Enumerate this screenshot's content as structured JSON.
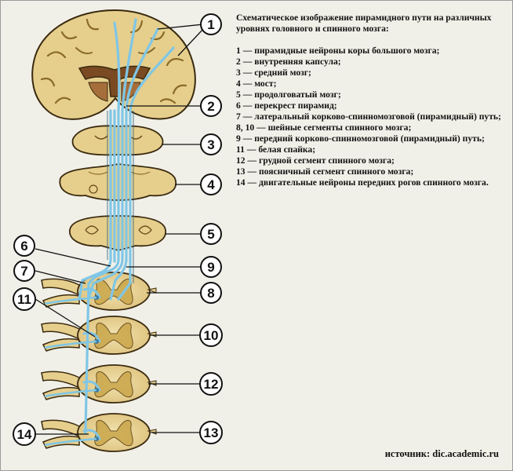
{
  "title": "Схематическое изображение пирамидного пути на различных уровнях головного и спинного мозга:",
  "callouts": [
    "1",
    "2",
    "3",
    "4",
    "5",
    "6",
    "7",
    "8",
    "9",
    "10",
    "11",
    "12",
    "13",
    "14"
  ],
  "legend": [
    {
      "num": "1 — ",
      "text": "пирамидные нейроны коры большого мозга;"
    },
    {
      "num": "2 — ",
      "text": "внутренняя капсула;"
    },
    {
      "num": "3 — ",
      "text": "средний мозг;"
    },
    {
      "num": "4 — ",
      "text": "мост;"
    },
    {
      "num": "5 — ",
      "text": "продолговатый мозг;"
    },
    {
      "num": "6 — ",
      "text": "перекрест пирамид;"
    },
    {
      "num": "7 — ",
      "text": "латеральный корково-спинномозговой (пирамидный) путь;"
    },
    {
      "num": "8, 10 — ",
      "text": "шейные сегменты спинного мозга;"
    },
    {
      "num": "9 — ",
      "text": "передний корково-спинномозговой (пирамидный) путь;"
    },
    {
      "num": "11 — ",
      "text": "белая спайка;"
    },
    {
      "num": "12 — ",
      "text": "грудной сегмент спинного мозга;"
    },
    {
      "num": "13 — ",
      "text": "поясничный сегмент спинного мозга;"
    },
    {
      "num": "14 — ",
      "text": "двигательные нейроны передних рогов спинного мозга."
    }
  ],
  "source": "источник: dic.academic.ru",
  "colors": {
    "tissue": "#e9d496",
    "tissue_dark": "#c9a64a",
    "outline": "#3a2a10",
    "tract": "#7fc6e6",
    "background": "#f1f0e8"
  }
}
